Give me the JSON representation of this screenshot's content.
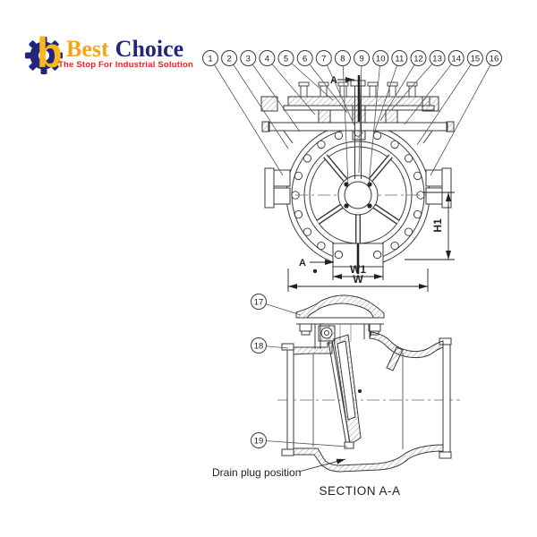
{
  "logo": {
    "brand_first": "Best",
    "brand_second": "Choice",
    "tagline": "The Stop For Industrial Solution",
    "gear_letter": "b",
    "colors": {
      "brand_first": "#F2A71B",
      "brand_second": "#23277B",
      "tagline": "#E8251D",
      "gear": "#23277B",
      "gear_letter": "#F7B71D"
    }
  },
  "drawing": {
    "line_color": "#3a3a3a",
    "callouts": {
      "top": [
        "1",
        "2",
        "3",
        "4",
        "5",
        "6",
        "7",
        "8",
        "9",
        "10",
        "11",
        "12",
        "13",
        "14",
        "15",
        "16"
      ],
      "section": [
        "17",
        "18",
        "19"
      ]
    },
    "dimensions": {
      "section_marker": "A",
      "height": "H1",
      "inner_width": "W1",
      "outer_width": "W"
    },
    "annotations": {
      "drain_plug": "Drain plug position",
      "section_title": "SECTION A-A"
    }
  }
}
